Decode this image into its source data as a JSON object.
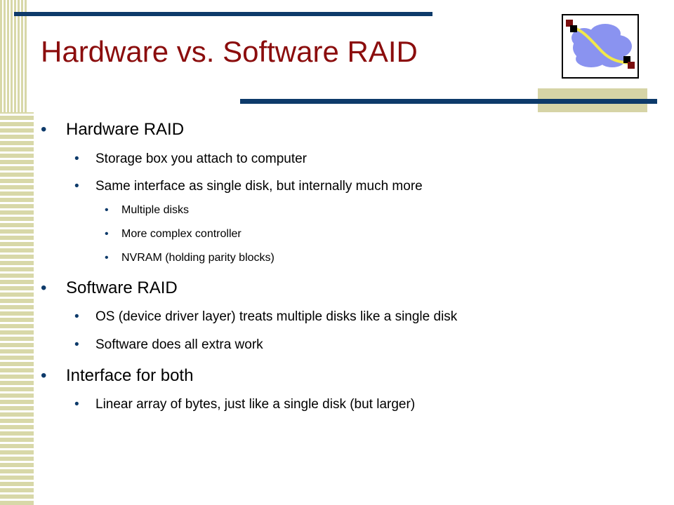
{
  "slide": {
    "title": "Hardware vs. Software RAID",
    "colors": {
      "title": "#8b0d0d",
      "rule": "#0d3a6a",
      "stripe": "#d8d8a8",
      "logo_cloud": "#8a93f0",
      "logo_line": "#f2e84a",
      "logo_node_dark": "#7a0e0e"
    },
    "logo_icon": "network-cloud-icon",
    "bullet_glyph": "•",
    "bullets": [
      {
        "level": 1,
        "text": "Hardware RAID"
      },
      {
        "level": 2,
        "text": "Storage box you attach to computer"
      },
      {
        "level": 2,
        "text": "Same interface as single disk, but internally much more"
      },
      {
        "level": 3,
        "text": "Multiple disks"
      },
      {
        "level": 3,
        "text": "More complex controller"
      },
      {
        "level": 3,
        "text": "NVRAM (holding parity blocks)"
      },
      {
        "level": 1,
        "text": "Software RAID"
      },
      {
        "level": 2,
        "text": "OS (device driver layer) treats multiple disks like a single disk"
      },
      {
        "level": 2,
        "text": "Software does all extra work"
      },
      {
        "level": 1,
        "text": "Interface for both"
      },
      {
        "level": 2,
        "text": "Linear array of bytes, just like a single disk (but larger)"
      }
    ]
  }
}
